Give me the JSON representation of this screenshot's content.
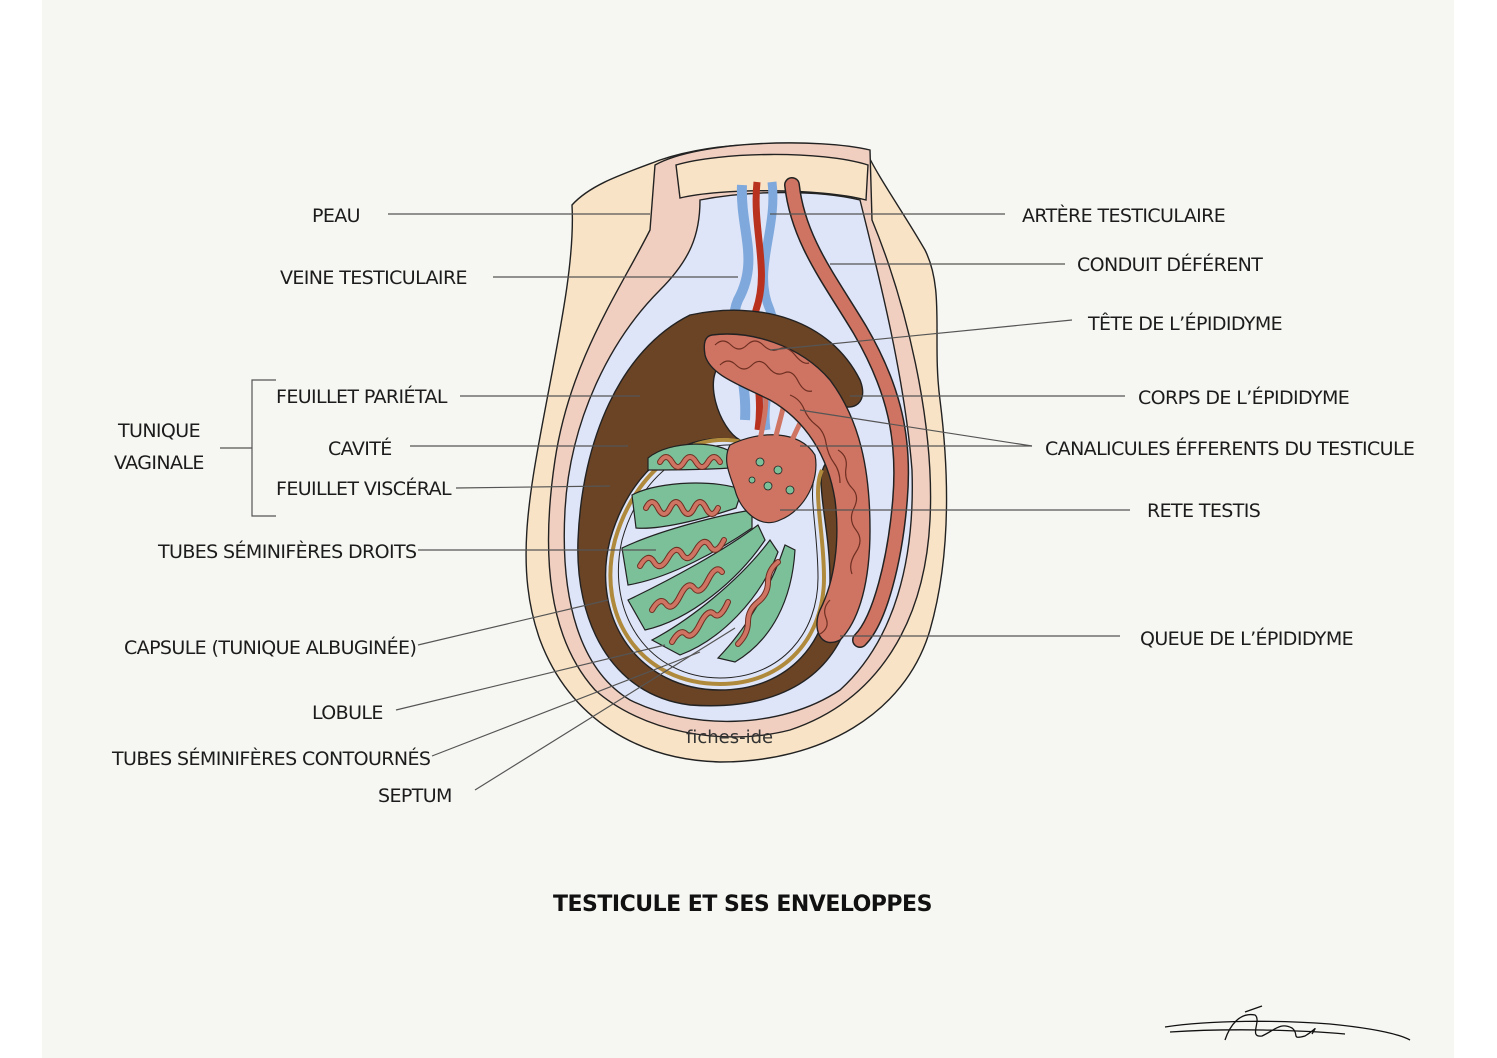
{
  "title": "TESTICULE ET SES ENVELOPPES",
  "watermark": "fiches-ide",
  "signature": "Léana",
  "labels": {
    "peau": "PEAU",
    "veine_testiculaire": "VEINE TESTICULAIRE",
    "tunique_vaginale_line1": "TUNIQUE",
    "tunique_vaginale_line2": "VAGINALE",
    "feuillet_parietal": "FEUILLET PARIÉTAL",
    "cavite": "CAVITÉ",
    "feuillet_visceral": "FEUILLET VISCÉRAL",
    "tubes_seminiferes_droits": "TUBES SÉMINIFÈRES DROITS",
    "capsule": "CAPSULE (TUNIQUE ALBUGINÉE)",
    "lobule": "LOBULE",
    "tubes_seminiferes_contournes": "TUBES SÉMINIFÈRES CONTOURNÉS",
    "septum": "SEPTUM",
    "artere_testiculaire": "ARTÈRE TESTICULAIRE",
    "conduit_deferent": "CONDUIT DÉFÉRENT",
    "tete_epididyme": "TÊTE DE L’ÉPIDIDYME",
    "corps_epididyme": "CORPS DE L’ÉPIDIDYME",
    "canalicules_efferents": "CANALICULES ÉFFERENTS DU TESTICULE",
    "rete_testis": "RETE TESTIS",
    "queue_epididyme": "QUEUE DE L’ÉPIDIDYME"
  },
  "colors": {
    "skin": "#f8e3c6",
    "dartos": "#f1cfc0",
    "vaginal_cavity": "#dfe5f8",
    "parietal_layer": "#6b4426",
    "capsule_edge": "#b08a3c",
    "seminiferous_lobule": "#7cc09a",
    "epididymis": "#cf7462",
    "artery": "#b8321f",
    "vein": "#7fa9dc"
  }
}
